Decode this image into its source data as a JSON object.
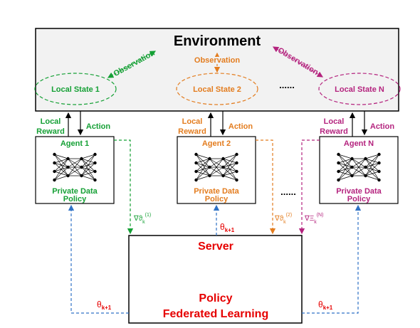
{
  "environment": {
    "title": "Environment"
  },
  "observations": {
    "left": "Observation",
    "center": "Observation",
    "right": "Observation"
  },
  "local_states": [
    "Local State 1",
    "Local State 2",
    "Local State N"
  ],
  "ellipsis": "......",
  "agents": [
    {
      "name": "Agent 1",
      "line1": "Private Data",
      "line2": "Policy",
      "reward1": "Local",
      "reward2": "Reward",
      "action": "Action",
      "grad": "∇ϑ",
      "grad_sub": "k",
      "grad_sup": "(1)"
    },
    {
      "name": "Agent 2",
      "line1": "Private Data",
      "line2": "Policy",
      "reward1": "Local",
      "reward2": "Reward",
      "action": "Action",
      "grad": "∇ϑ",
      "grad_sub": "k",
      "grad_sup": "(2)"
    },
    {
      "name": "Agent N",
      "line1": "Private Data",
      "line2": "Policy",
      "reward1": "Local",
      "reward2": "Reward",
      "action": "Action",
      "grad": "∇Ξ",
      "grad_sub": "k",
      "grad_sup": "(N)"
    }
  ],
  "server": {
    "title": "Server",
    "policy": "Policy",
    "fl": "Federated Learning"
  },
  "theta": {
    "base": "θ",
    "sub": "k+1"
  },
  "colors": {
    "green": "#15a035",
    "orange": "#e37c1e",
    "purple": "#b4237e",
    "blue": "#2f72c6",
    "red": "#e60000"
  }
}
